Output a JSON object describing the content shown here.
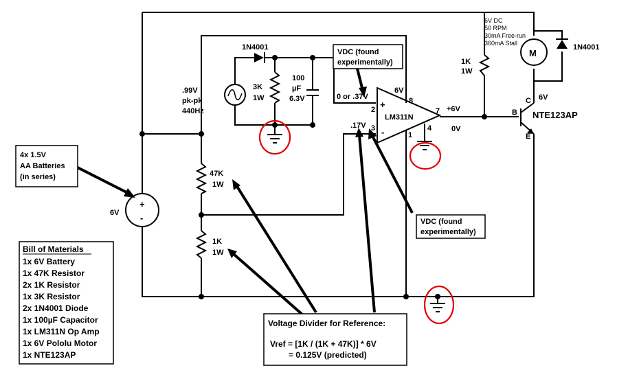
{
  "labels": {
    "battery_note_1": "4x 1.5V",
    "battery_note_2": "AA Batteries",
    "battery_note_3": "(in series)",
    "battery_voltage": "6V",
    "battery_plus": "+",
    "battery_minus": "-",
    "source_1": ".99V",
    "source_2": "pk-pk",
    "source_3": "440Hz",
    "diode_top": "1N4001",
    "res_3k_1": "3K",
    "res_3k_2": "1W",
    "cap_1": "100",
    "cap_2": "µF",
    "cap_3": "6.3V",
    "vdc_top_1": "VDC (found",
    "vdc_top_2": "experimentally)",
    "vin_plus": "0 or .37V",
    "vin_minus": ".17V",
    "supply_6v": "6V",
    "opamp_name": "LM311N",
    "opamp_plus": "+",
    "opamp_minus": "-",
    "pin2": "2",
    "pin3": "3",
    "pin8": "8",
    "pin7": "7",
    "pin4": "4",
    "pin1": "1",
    "out_hi": "+6V",
    "out_lo": "0V",
    "motor_1": "6V DC",
    "motor_2": "50 RPM",
    "motor_3": "30mA Free-run",
    "motor_4": "360mA Stall",
    "motor_letter": "M",
    "diode_motor": "1N4001",
    "res_1k_top_1": "1K",
    "res_1k_top_2": "1W",
    "trans_c": "C",
    "trans_b": "B",
    "trans_e": "E",
    "trans_6v": "6V",
    "trans_name": "NTE123AP",
    "res_47k_1": "47K",
    "res_47k_2": "1W",
    "res_1k_1": "1K",
    "res_1k_2": "1W",
    "vdc_bottom_1": "VDC (found",
    "vdc_bottom_2": "experimentally)",
    "divider_title": "Voltage Divider for Reference:",
    "divider_eq": "Vref = [1K / (1K + 47K)] * 6V",
    "divider_result": "= 0.125V (predicted)"
  },
  "bom": {
    "title": "Bill of Materials",
    "items": [
      "1x 6V Battery",
      "1x 47K Resistor",
      "2x 1K Resistor",
      "1x 3K Resistor",
      "2x 1N4001 Diode",
      "1x 100µF Capacitor",
      "1x LM311N Op Amp",
      "1x 6V Pololu Motor",
      "1x NTE123AP"
    ]
  },
  "colors": {
    "ground_highlight": "#e00000",
    "ink": "#000000",
    "background": "#ffffff"
  }
}
